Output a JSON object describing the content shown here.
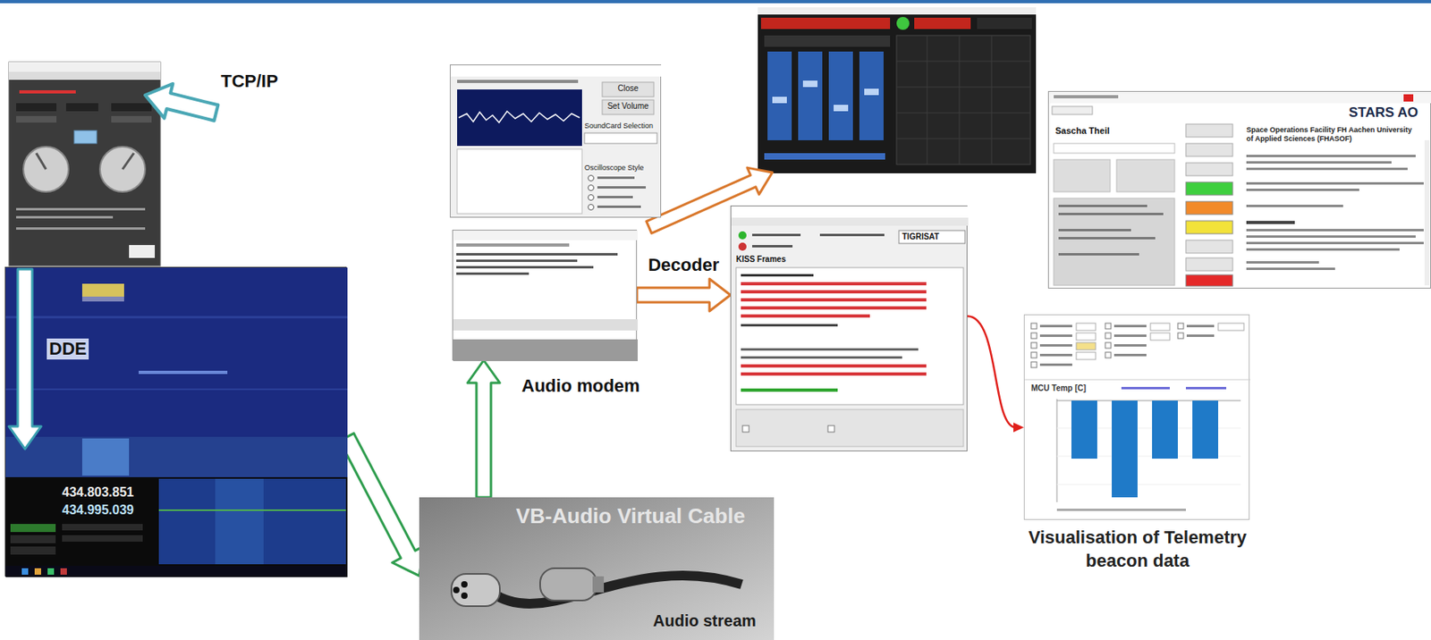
{
  "diagram": {
    "nodes": [
      {
        "text": [
          "434.803.851",
          "434.995.039"
        ]
      },
      {
        "text": [
          "VB-Audio Virtual Cable",
          "Audio stream"
        ]
      },
      {
        "text": [
          "Close",
          "Set Volume",
          "SoundCard Selection",
          "Oscilloscope Style"
        ]
      },
      {
        "text": [
          "Audio modem"
        ]
      },
      {
        "text": [
          "KISS Frames",
          "TIGRISAT"
        ]
      },
      {
        "text": [
          "MCU Temp [C]",
          "Visualisation of Telemetry beacon data"
        ]
      },
      {
        "text": [
          "Sascha Theil",
          "Space Operations Facility FH Aachen University of Applied Sciences (FHASOF)",
          "STARS AO"
        ]
      }
    ],
    "edges": [
      {
        "from": 0,
        "to": 1,
        "arrow": "to"
      },
      {
        "from": 1,
        "to": 3,
        "arrow": "to"
      },
      {
        "from": 3,
        "to": 4,
        "arrow": "to",
        "label": "Decoder"
      },
      {
        "from": 4,
        "to": 5,
        "arrow": "to"
      }
    ],
    "labels": [
      "TCP/IP",
      "DDE"
    ]
  }
}
